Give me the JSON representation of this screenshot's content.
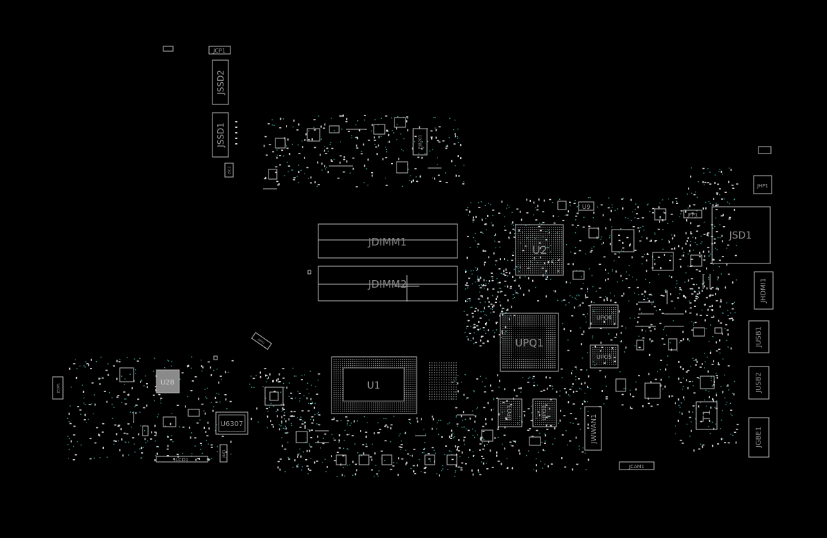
{
  "components": {
    "JCP1": "JCP1",
    "JSSD2": "JSSD2",
    "JSSD1": "JSSD1",
    "JSC1": "JSC1",
    "PJ8201": "PJ8201",
    "JDIMM1": "JDIMM1",
    "JDIMM2": "JDIMM2",
    "U2": "U2",
    "U9": "U9",
    "JFP1": "JFP1",
    "JSD1": "JSD1",
    "JHP1": "JHP1",
    "JHDMI1": "JHDMI1",
    "UPO4": "UPO4",
    "UPO5": "UPO5",
    "UPQ1": "UPQ1",
    "JUSB1": "JUSB1",
    "JUSB2": "JUSB2",
    "T1": "T1",
    "JGBE1": "JGBE1",
    "U1": "U1",
    "U28": "U28",
    "U6307": "U6307",
    "JLCD1": "JLCD1",
    "JWWAN1": "JWWAN1",
    "UPO3": "UPO3",
    "UPO2": "UPO2",
    "JCAM1": "JCAM1",
    "JEDP1": "JEDP1",
    "JBAT1": "JBAT1",
    "JSPK1": "JSPK1"
  },
  "colors": {
    "background": "#000000",
    "outline": "#bdbdbd",
    "pad": "#d9d9d9",
    "via": "#3fa7a3",
    "label": "#9a9a9a"
  }
}
